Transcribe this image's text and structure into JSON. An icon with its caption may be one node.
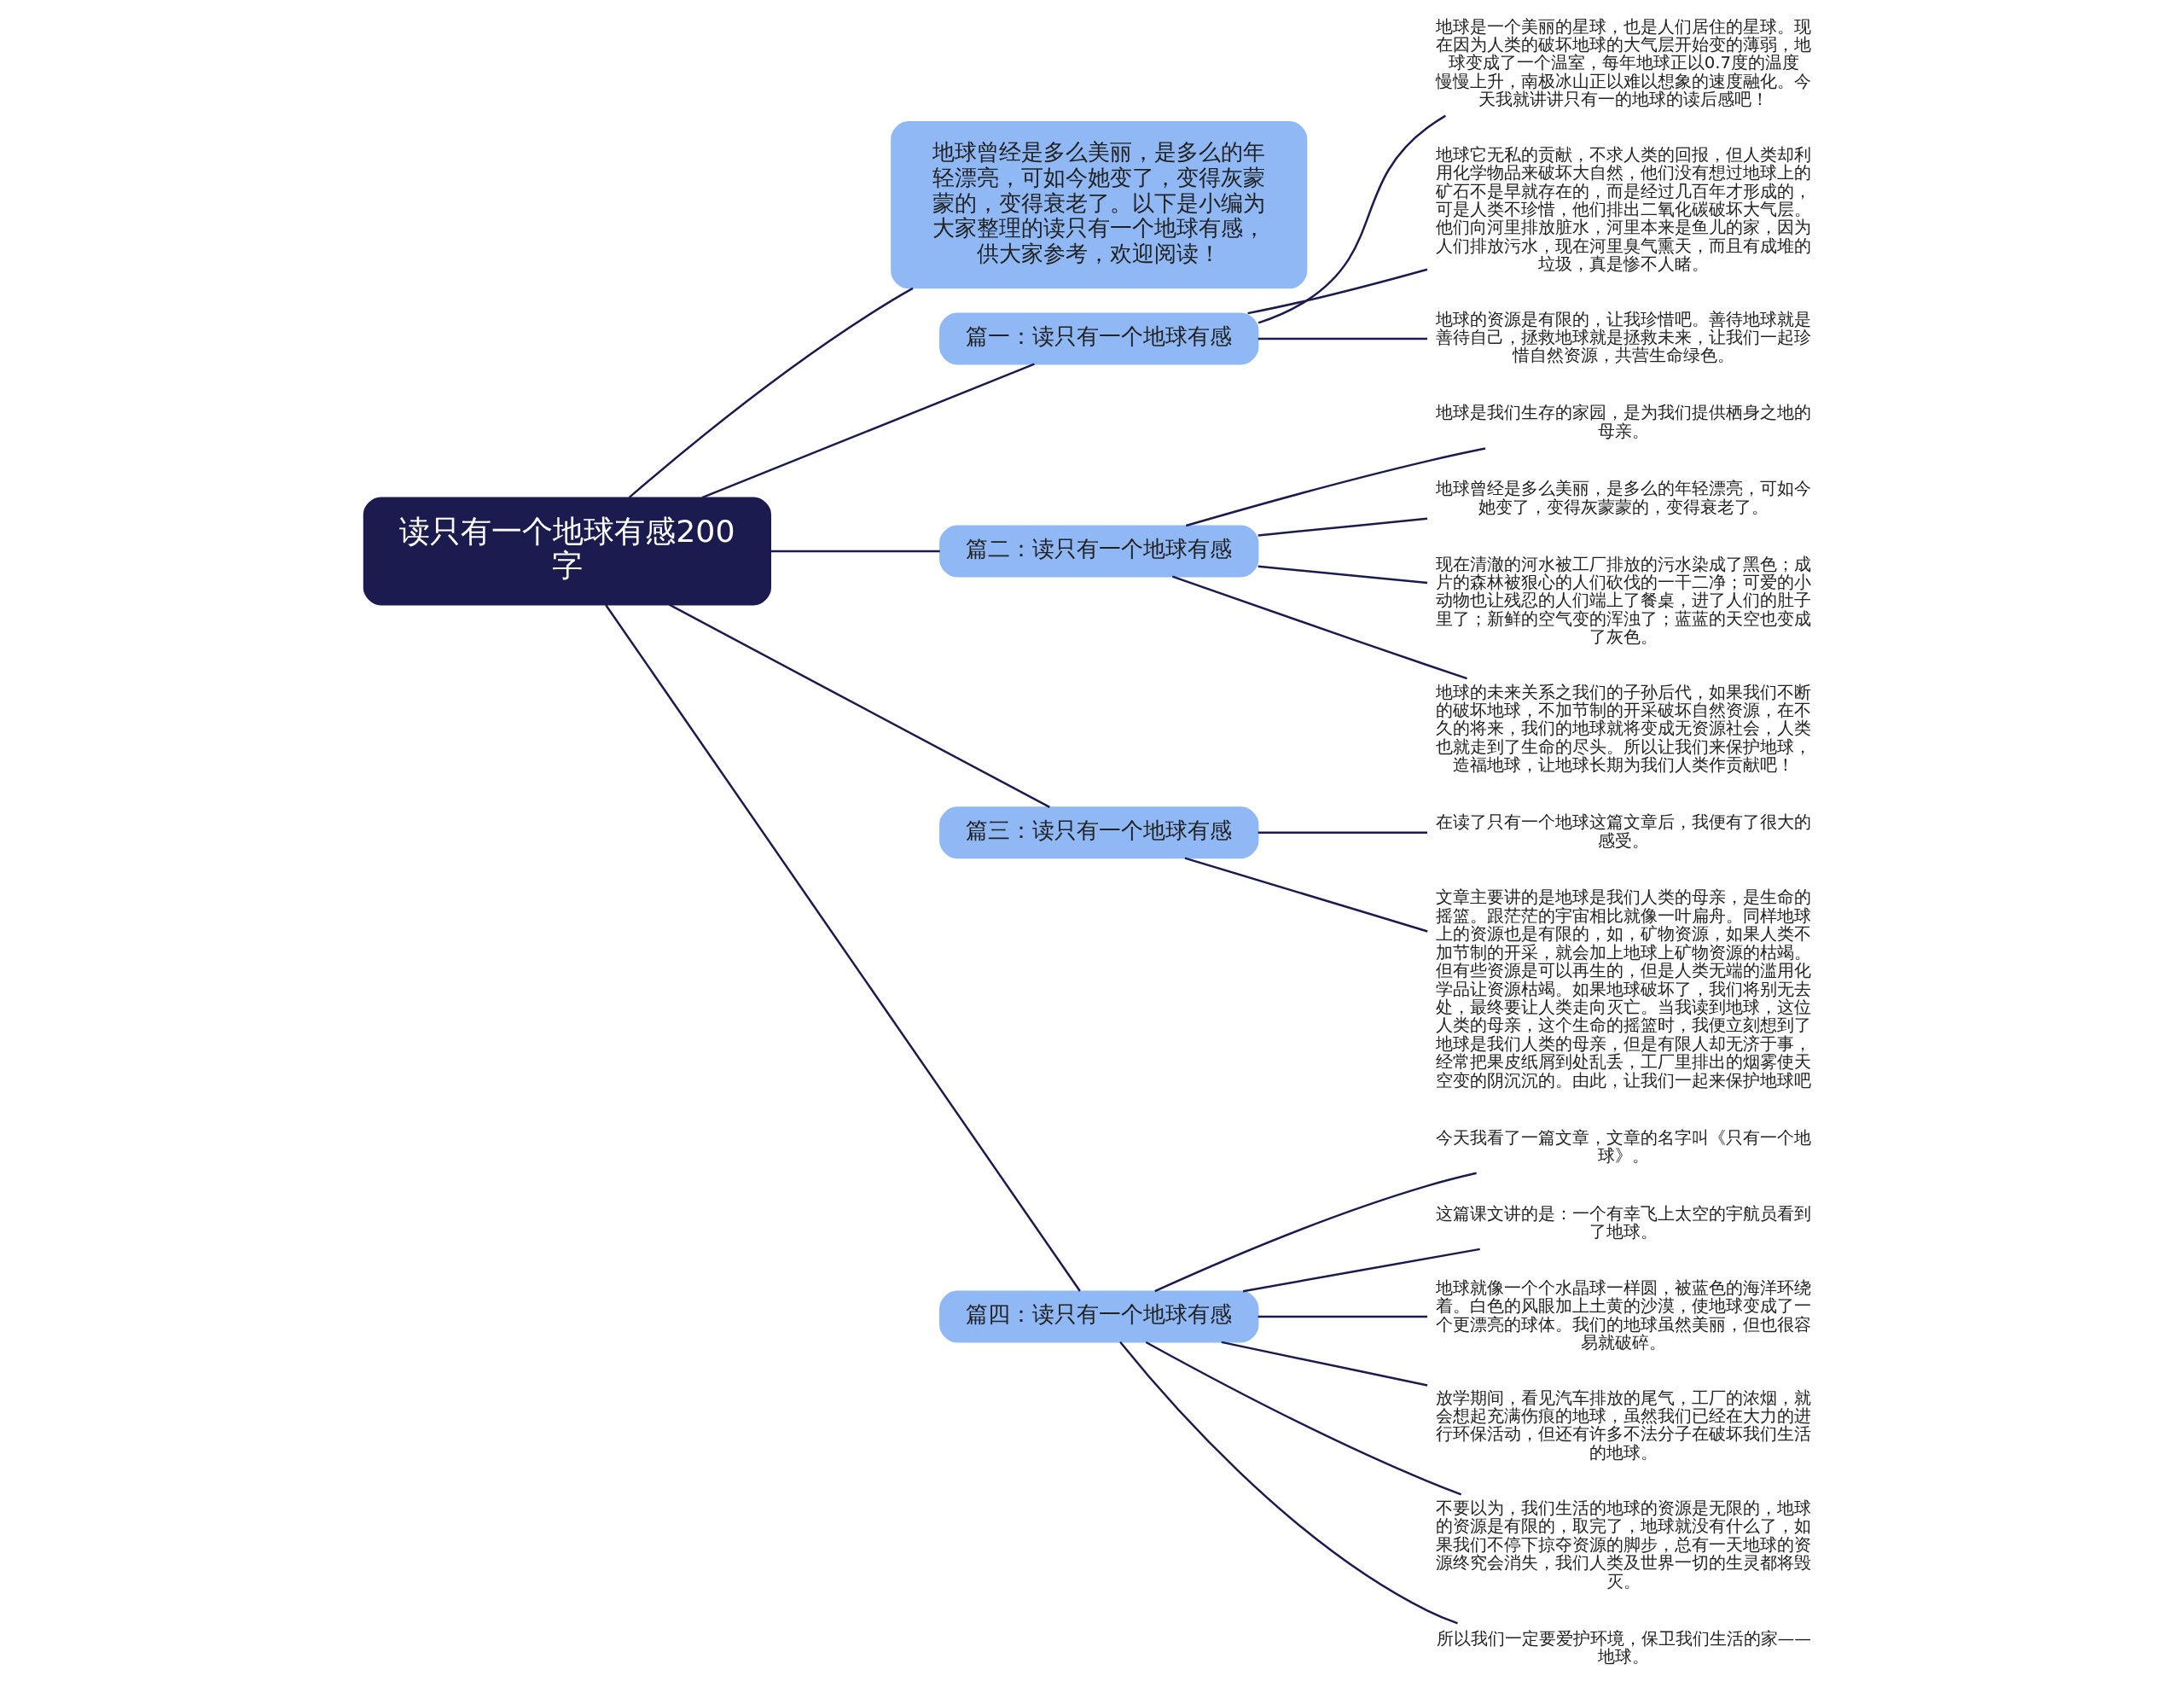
{
  "diagram": {
    "nodes": [
      {
        "text": [
          "读只有一个地球有感200字"
        ]
      },
      {
        "text": [
          "地球曾经是多么美丽，是多么的年轻漂亮，可如今她变了，变得灰蒙蒙的，变得衰老了。以下是小编为大家整理的读只有一个地球有感，供大家参考，欢迎阅读！"
        ]
      },
      {
        "text": [
          "篇一：读只有一个地球有感"
        ]
      },
      {
        "text": [
          "地球是一个美丽的星球，也是人们居住的星球。现在因为人类的破坏地球的大气层开始变的薄弱，地球变成了一个温室，每年地球正以0.7度的温度慢慢上升，南极冰山正以难以想象的速度融化。今天我就讲讲只有一的地球的读后感吧！"
        ]
      },
      {
        "text": [
          "地球它无私的贡献，不求人类的回报，但人类却利用化学物品来破坏大自然，他们没有想过地球上的矿石不是早就存在的，而是经过几百年才形成的，可是人类不珍惜，他们排出二氧化碳破坏大气层。他们向河里排放脏水，河里本来是鱼儿的家，因为人们排放污水，现在河里臭气熏天，而且有成堆的垃圾，真是惨不人睹。"
        ]
      },
      {
        "text": [
          "地球的资源是有限的，让我珍惜吧。善待地球就是善待自己，拯救地球就是拯救未来，让我们一起珍惜自然资源，共营生命绿色。"
        ]
      },
      {
        "text": [
          "篇二：读只有一个地球有感"
        ]
      },
      {
        "text": [
          "地球是我们生存的家园，是为我们提供栖身之地的母亲。"
        ]
      },
      {
        "text": [
          "地球曾经是多么美丽，是多么的年轻漂亮，可如今她变了，变得灰蒙蒙的，变得衰老了。"
        ]
      },
      {
        "text": [
          "现在清澈的河水被工厂排放的污水染成了黑色；成片的森林被狠心的人们砍伐的一干二净；可爱的小动物也让残忍的人们端上了餐桌，进了人们的肚子里了；新鲜的空气变的浑浊了；蓝蓝的天空也变成了灰色。"
        ]
      },
      {
        "text": [
          "地球的未来关系之我们的子孙后代，如果我们不断的破坏地球，不加节制的开采破坏自然资源，在不久的将来，我们的地球就将变成无资源社会，人类也就走到了生命的尽头。所以让我们来保护地球，造福地球，让地球长期为我们人类作贡献吧！"
        ]
      },
      {
        "text": [
          "篇三：读只有一个地球有感"
        ]
      },
      {
        "text": [
          "在读了只有一个地球这篇文章后，我便有了很大的感受。"
        ]
      },
      {
        "text": [
          "文章主要讲的是地球是我们人类的母亲，是生命的摇篮。跟茫茫的宇宙相比就像一叶扁舟。同样地球上的资源也是有限的，如，矿物资源，如果人类不加节制的开采，就会加上地球上矿物资源的枯竭。但有些资源是可以再生的，但是人类无端的滥用化学品让资源枯竭。如果地球破坏了，我们将别无去处，最终要让人类走向灭亡。当我读到地球，这位人类的母亲，这个生命的摇篮时，我便立刻想到了地球是我们人类的母亲，但是有限人却无济于事，经常把果皮纸屑到处乱丢，工厂里排出的烟雾使天空变的阴沉沉的。由此，让我们一起来保护地球吧"
        ]
      },
      {
        "text": [
          "篇四：读只有一个地球有感"
        ]
      },
      {
        "text": [
          "今天我看了一篇文章，文章的名字叫《只有一个地球》。"
        ]
      },
      {
        "text": [
          "这篇课文讲的是：一个有幸飞上太空的宇航员看到了地球。"
        ]
      },
      {
        "text": [
          "地球就像一个个水晶球一样圆，被蓝色的海洋环绕着。白色的风眼加上土黄的沙漠，使地球变成了一个更漂亮的球体。我们的地球虽然美丽，但也很容易就破碎。"
        ]
      },
      {
        "text": [
          "放学期间，看见汽车排放的尾气，工厂的浓烟，就会想起充满伤痕的地球，虽然我们已经在大力的进行环保活动，但还有许多不法分子在破坏我们生活的地球。"
        ]
      },
      {
        "text": [
          "不要以为，我们生活的地球的资源是无限的，地球的资源是有限的，取完了，地球就没有什么了，如果我们不停下掠夺资源的脚步，总有一天地球的资源终究会消失，我们人类及世界一切的生灵都将毁灭。"
        ]
      },
      {
        "text": [
          "所以我们一定要爱护环境，保卫我们生活的家——地球。"
        ]
      }
    ],
    "edges": [
      {
        "from": 0,
        "to": 1,
        "arrow": "none"
      },
      {
        "from": 0,
        "to": 2,
        "arrow": "none"
      },
      {
        "from": 2,
        "to": 3,
        "arrow": "none"
      },
      {
        "from": 2,
        "to": 4,
        "arrow": "none"
      },
      {
        "from": 2,
        "to": 5,
        "arrow": "none"
      },
      {
        "from": 0,
        "to": 6,
        "arrow": "none"
      },
      {
        "from": 6,
        "to": 7,
        "arrow": "none"
      },
      {
        "from": 6,
        "to": 8,
        "arrow": "none"
      },
      {
        "from": 6,
        "to": 9,
        "arrow": "none"
      },
      {
        "from": 6,
        "to": 10,
        "arrow": "none"
      },
      {
        "from": 0,
        "to": 11,
        "arrow": "none"
      },
      {
        "from": 11,
        "to": 12,
        "arrow": "none"
      },
      {
        "from": 11,
        "to": 13,
        "arrow": "none"
      },
      {
        "from": 0,
        "to": 14,
        "arrow": "none"
      },
      {
        "from": 14,
        "to": 15,
        "arrow": "none"
      },
      {
        "from": 14,
        "to": 16,
        "arrow": "none"
      },
      {
        "from": 14,
        "to": 17,
        "arrow": "none"
      },
      {
        "from": 14,
        "to": 18,
        "arrow": "none"
      },
      {
        "from": 14,
        "to": 19,
        "arrow": "none"
      },
      {
        "from": 14,
        "to": 20,
        "arrow": "none"
      }
    ]
  }
}
